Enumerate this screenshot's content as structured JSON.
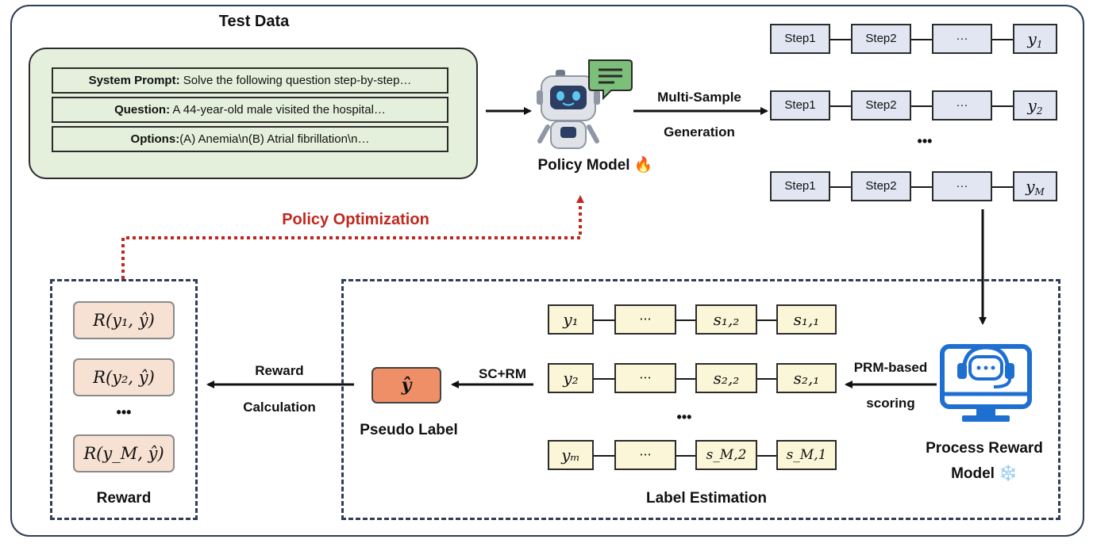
{
  "test_data": {
    "title": "Test Data",
    "system_prompt_label": "System Prompt:",
    "system_prompt_text": " Solve the following question step-by-step…",
    "question_label": "Question:",
    "question_text": " A 44-year-old male visited the hospital…",
    "options_label": "Options:",
    "options_text": "(A) Anemia\\n(B) Atrial fibrillation\\n…"
  },
  "policy_model": {
    "label": "Policy Model",
    "emoji": "🔥"
  },
  "generation": {
    "line1": "Multi-Sample",
    "line2": "Generation"
  },
  "trajectories": {
    "step1": "Step1",
    "step2": "Step2",
    "ellipsis": "···",
    "outputs": [
      "1",
      "2",
      "M"
    ],
    "vertical_dots": "•••"
  },
  "prm": {
    "line1": "Process Reward",
    "line2": "Model",
    "emoji": "❄️"
  },
  "prm_scoring": {
    "line1": "PRM-based",
    "line2": "scoring"
  },
  "label_estimation": {
    "title": "Label Estimation",
    "rows": [
      {
        "y": "y₁",
        "s_a": "s₁,₂",
        "s_b": "s₁,₁"
      },
      {
        "y": "y₂",
        "s_a": "s₂,₂",
        "s_b": "s₂,₁"
      },
      {
        "y": "yₘ",
        "s_a": "s_M,2",
        "s_b": "s_M,1"
      }
    ],
    "ellipsis": "···",
    "vertical_dots": "•••"
  },
  "sc_rm": "SC+RM",
  "pseudo_label": {
    "symbol": "ŷ",
    "label": "Pseudo Label"
  },
  "reward_calc": {
    "line1": "Reward",
    "line2": "Calculation"
  },
  "reward": {
    "title": "Reward",
    "items": [
      "R(y₁, ŷ)",
      "R(y₂, ŷ)",
      "R(y_M, ŷ)"
    ],
    "vertical_dots": "•••"
  },
  "policy_optimization": "Policy Optimization",
  "colors": {
    "frame": "#2d3e56",
    "test_panel": "#e5f0dc",
    "step_box": "#e2e6f3",
    "score_box": "#fcf6d8",
    "reward_box": "#f7e1d3",
    "pseudo_label": "#ef8f67",
    "policy_optimization": "#c0281f",
    "prm_icon": "#1f6fd1"
  }
}
